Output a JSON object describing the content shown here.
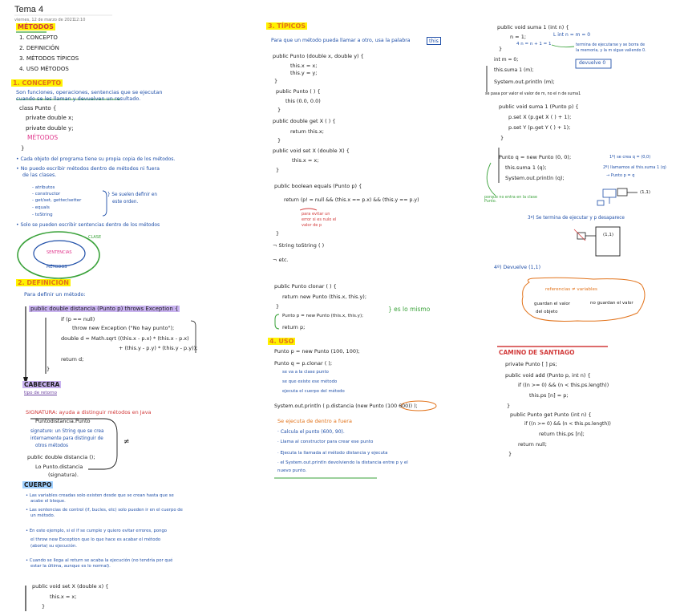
{
  "page": {
    "title": "Tema 4",
    "date": "viernes, 12 de marzo de 2021",
    "time": "12:10"
  },
  "col1": {
    "metodos_title": "MÉTODOS",
    "index": [
      "1. CONCEPTO",
      "2. DEFINICIÓN",
      "3. MÉTODOS TÍPICOS",
      "4. USO MÉTODOS"
    ],
    "concepto_title": "1. CONCEPTO",
    "concepto_text1": "Son funciones, operaciones, sentencias que se ejecutan",
    "concepto_text2": "cuando se les llaman y devuelven un resultado.",
    "class_lines": [
      "class Punto {",
      "private double x;",
      "private double y;",
      "MÉTODOS",
      "}"
    ],
    "bullet1a": "• Cada objeto del programa tiene su propia copia de los métodos.",
    "bullet2a": "• No puedo escribir métodos dentro de métodos ni fuera",
    "bullet2b": "de las clases.",
    "list": [
      "- atributos",
      "- constructor",
      "- get/set, getter/setter",
      "- equals",
      "- toString"
    ],
    "list_note1": "} Se suelen definir en",
    "list_note2": "este orden.",
    "bullet3": "• Solo se pueden escribir sentencias dentro de los métodos",
    "diagram_clase": "CLASE",
    "diagram_sentencias": "SENTENCIAS",
    "diagram_metodos": "MÉTODOS",
    "definicion_title": "2. DEFINICIÓN",
    "definicion_text": "Para definir un método:",
    "def_code": [
      "public double distancia (Punto p) throws Exception {",
      "if (p == null)",
      "throw new Exception (\"No hay punto\");",
      "double d = Math.sqrt ((this.x - p.x) * (this.x - p.x)",
      "+ (this.y - p.y) * (this.y - p.y));",
      "return d;",
      "}"
    ],
    "cabecera": "CABECERA",
    "cabecera_sub": "tipo de retorno",
    "signatura_title": "SIGNATURA: ayuda a distinguir métodos en Java",
    "signatura_lines": [
      "Puntodistancia.Punto",
      "signature: un String que se crea",
      "internamente para distinguir de",
      "otros métodos",
      "public double distancia ();",
      "Lo Punto.distancia",
      "(signatura)."
    ],
    "cuerpo_title": "CUERPO",
    "cuerpo_bullets": [
      "• Las variables creadas solo existen desde que se crean hasta que se",
      "acabe el bloque.",
      "• Las sentencias de control (if, bucles, etc) solo pueden ir en el cuerpo de",
      "un método.",
      "• En este ejemplo, si el if se cumple y quiero evitar errores, pongo",
      "el throw new Exception que lo que hace es acabar el método",
      "(aborta) su ejecución.",
      "• Cuando se llega al return se acaba la ejecución (no tendría por qué",
      "estar la última, aunque es lo normal)."
    ],
    "setx_code": [
      "public void set X (double x) {",
      "this.x = x;",
      "}"
    ]
  },
  "col2": {
    "tipicos_title": "3. TÍPICOS",
    "tipicos_text": "Para que un método pueda llamar a otro, usa la palabra",
    "this_word": "this",
    "code_a": [
      "public Punto (double x, double y) {",
      "this.x = x;",
      "this.y = y;",
      "}",
      "public Punto ( ) {",
      "this (0.0, 0.0)",
      "}",
      "public double get X ( ) {",
      "return this.x;",
      "}",
      "public void set X (double X) {",
      "this.x = x;",
      "}",
      "public boolean equals (Punto p) {",
      "return (p! = null && (this.x == p.x) && (this.y == p.y)",
      "}",
      "¬ String toString ( )",
      "¬ etc."
    ],
    "equals_note": [
      "para evitar un",
      "error si es nulo el",
      "valor de p"
    ],
    "clonar_code": [
      "public Punto clonar ( ) {",
      "return new Punto (this.x, this.y);",
      "}",
      "Punto p = new Punto (this.x, this.y);",
      "return p;"
    ],
    "es_lo_mismo": "} es lo mismo",
    "uso_title": "4. USO",
    "uso_code": [
      "Punto p = new Punto (100, 100);",
      "Punto q = p.clonar ( );",
      "se va a la clase punto",
      "se que existe ese método",
      "ejecuta el cuerpo del método",
      "System.out.println ( p.distancia (new Punto (100 600)) );"
    ],
    "uso_note_title": "Se ejecuta de dentro a fuera",
    "uso_steps": [
      "· Calcula el punto (600, 90).",
      "· Llama al constructor para crear ese punto",
      "· Ejecuta la llamada al método distancia y ejecuta",
      "· el System.out.println devolviendo la distancia entre p y el",
      "nuevo punto."
    ]
  },
  "col3": {
    "suma_code": [
      "public void suma 1 (int n) {",
      "n = 1;",
      "4 n = n + 1 = 1",
      "}",
      "int m = 0;",
      "this.suma 1 (m);",
      "System.out.println (m);"
    ],
    "suma_notes": [
      "L int n = m = 0",
      "termina de ejecutarse y se borra de",
      "la memoria, y la m sigue valiendo 0.",
      "devuelve 0",
      "se pasa por valor el valor de m, no el n de suma1"
    ],
    "suma2_code": [
      "public void suma 1 (Punto p) {",
      "p.set X (p.get X ( ) + 1);",
      "p.set Y (p.get Y ( ) + 1);",
      "}",
      "Punto q = new Punto (0, 0);",
      "this.suma 1 (q);",
      "System.out.println (q);"
    ],
    "suma2_notes": [
      "1º) se crea q = (0,0)",
      "2º) llamamos al this.suma 1 (q)",
      "→ Punto p = q",
      "(1,1)",
      "porque no entra en la clase Punto.",
      "3º) Se termina de ejecutar y p desaparece",
      "(1,1)",
      "4º) Devuelve (1,1)"
    ],
    "cloud_lines": [
      "referencias ≠ variables",
      "guardan el valor",
      "del objeto",
      "no guardan el valor"
    ],
    "camino_title": "CAMINO DE SANTIAGO",
    "camino_code": [
      "private Punto [ ] ps;",
      "public void add (Punto p, int n) {",
      "if ((n >= 0) && (n < this.ps.length))",
      "this.ps [n] = p;",
      "}",
      "public Punto get Punto (int n) {",
      "if ((n >= 0) && (n < this.ps.length))",
      "return this.ps [n];",
      "return null;",
      "}"
    ]
  }
}
